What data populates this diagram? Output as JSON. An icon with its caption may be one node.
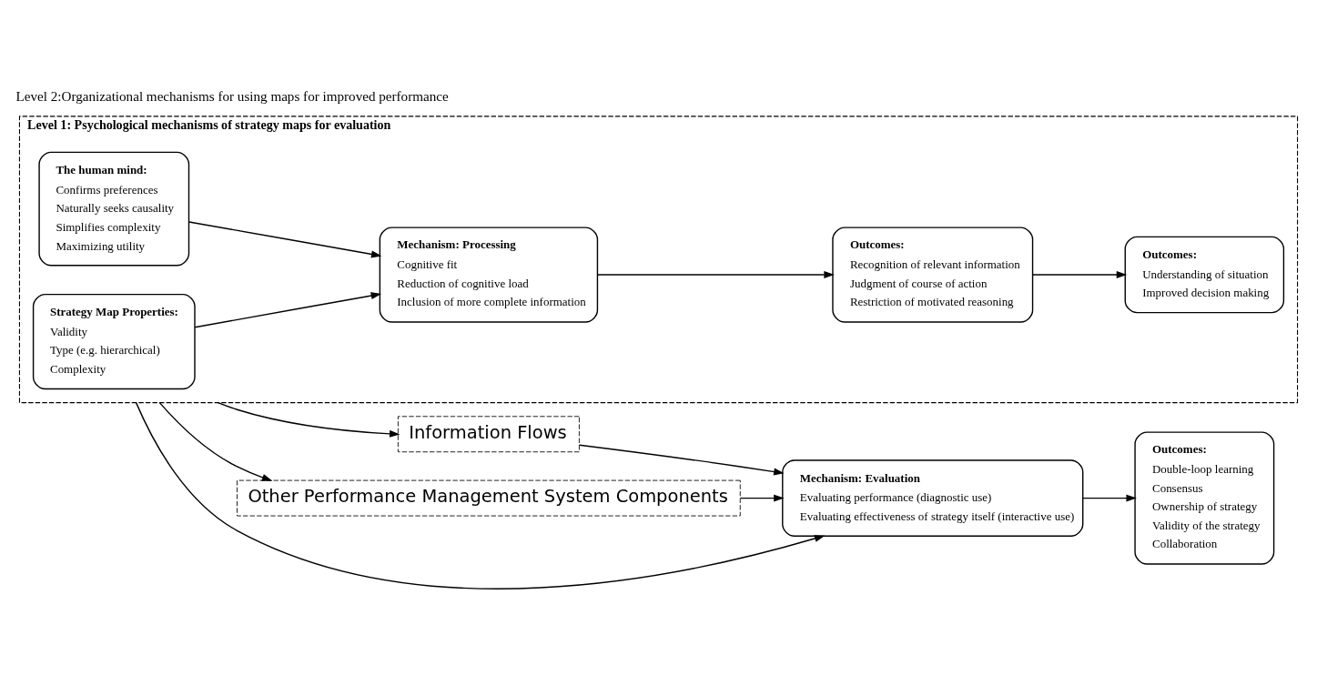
{
  "diagram": {
    "title": "Level 2:Organizational mechanisms for using maps for improved performance",
    "nodes": [
      {
        "text": [
          "Level 1: Psychological mechanisms of strategy maps for evaluation"
        ]
      },
      {
        "text": [
          "Strategy Map Properties:",
          "Validity",
          "Type (e.g. hierarchical)",
          "Complexity"
        ],
        "in": 0
      },
      {
        "text": [
          "The human mind:",
          "Confirms preferences",
          "Naturally seeks causality",
          "Simplifies complexity",
          "Maximizing utility"
        ],
        "in": 0
      },
      {
        "text": [
          "Mechanism: Processing",
          "Cognitive fit",
          "Reduction of cognitive load",
          "Inclusion of more complete information"
        ],
        "in": 0
      },
      {
        "text": [
          "Outcomes:",
          "Understanding of situation",
          "Improved decision making"
        ],
        "in": 0
      },
      {
        "text": [
          "Outcomes:",
          "Recognition of relevant information",
          "Judgment of course of action",
          "Restriction of motivated reasoning"
        ],
        "in": 0
      },
      {
        "text": [
          "Information Flows"
        ]
      },
      {
        "text": [
          "Other Performance Management System Components"
        ]
      },
      {
        "text": [
          "Mechanism: Evaluation",
          "Evaluating performance (diagnostic use)",
          "Evaluating effectiveness of strategy itself (interactive use)"
        ]
      },
      {
        "text": [
          "Outcomes:",
          "Double-loop learning",
          "Consensus",
          "Ownership of strategy",
          "Validity of the strategy",
          "Collaboration"
        ]
      }
    ],
    "edges": [
      {
        "from": 1,
        "to": 3,
        "arrow": "to"
      },
      {
        "from": 2,
        "to": 3,
        "arrow": "to"
      },
      {
        "from": 3,
        "to": 5,
        "arrow": "to"
      },
      {
        "from": 5,
        "to": 4,
        "arrow": "to"
      },
      {
        "from": 0,
        "to": 6,
        "arrow": "to"
      },
      {
        "from": 6,
        "to": 8,
        "arrow": "to"
      },
      {
        "from": 0,
        "to": 7,
        "arrow": "to"
      },
      {
        "from": 7,
        "to": 8,
        "arrow": "to"
      },
      {
        "from": 0,
        "to": 8,
        "arrow": "to"
      },
      {
        "from": 8,
        "to": 9,
        "arrow": "to"
      }
    ]
  }
}
